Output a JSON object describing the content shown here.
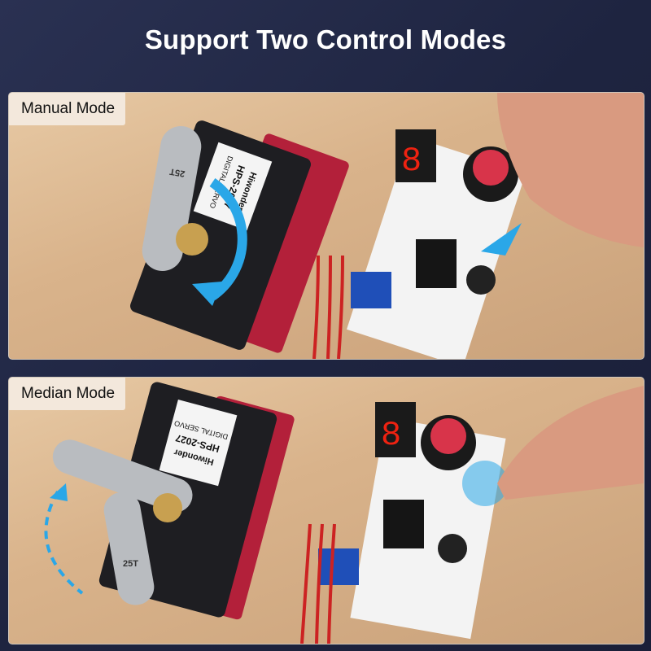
{
  "title": "Support Two Control Modes",
  "panels": [
    {
      "label": "Manual Mode"
    },
    {
      "label": "Median Mode"
    }
  ],
  "product_lettering": {
    "brand": "Hiwonder",
    "model": "HPS-2027",
    "type": "DIGITAL SERVO",
    "spline": "25T"
  },
  "colors": {
    "background": "#1e2440",
    "arrow": "#2aa7e8",
    "servo_body": "#1e1e22",
    "servo_case": "#b3203a",
    "knob": "#d8344a"
  }
}
